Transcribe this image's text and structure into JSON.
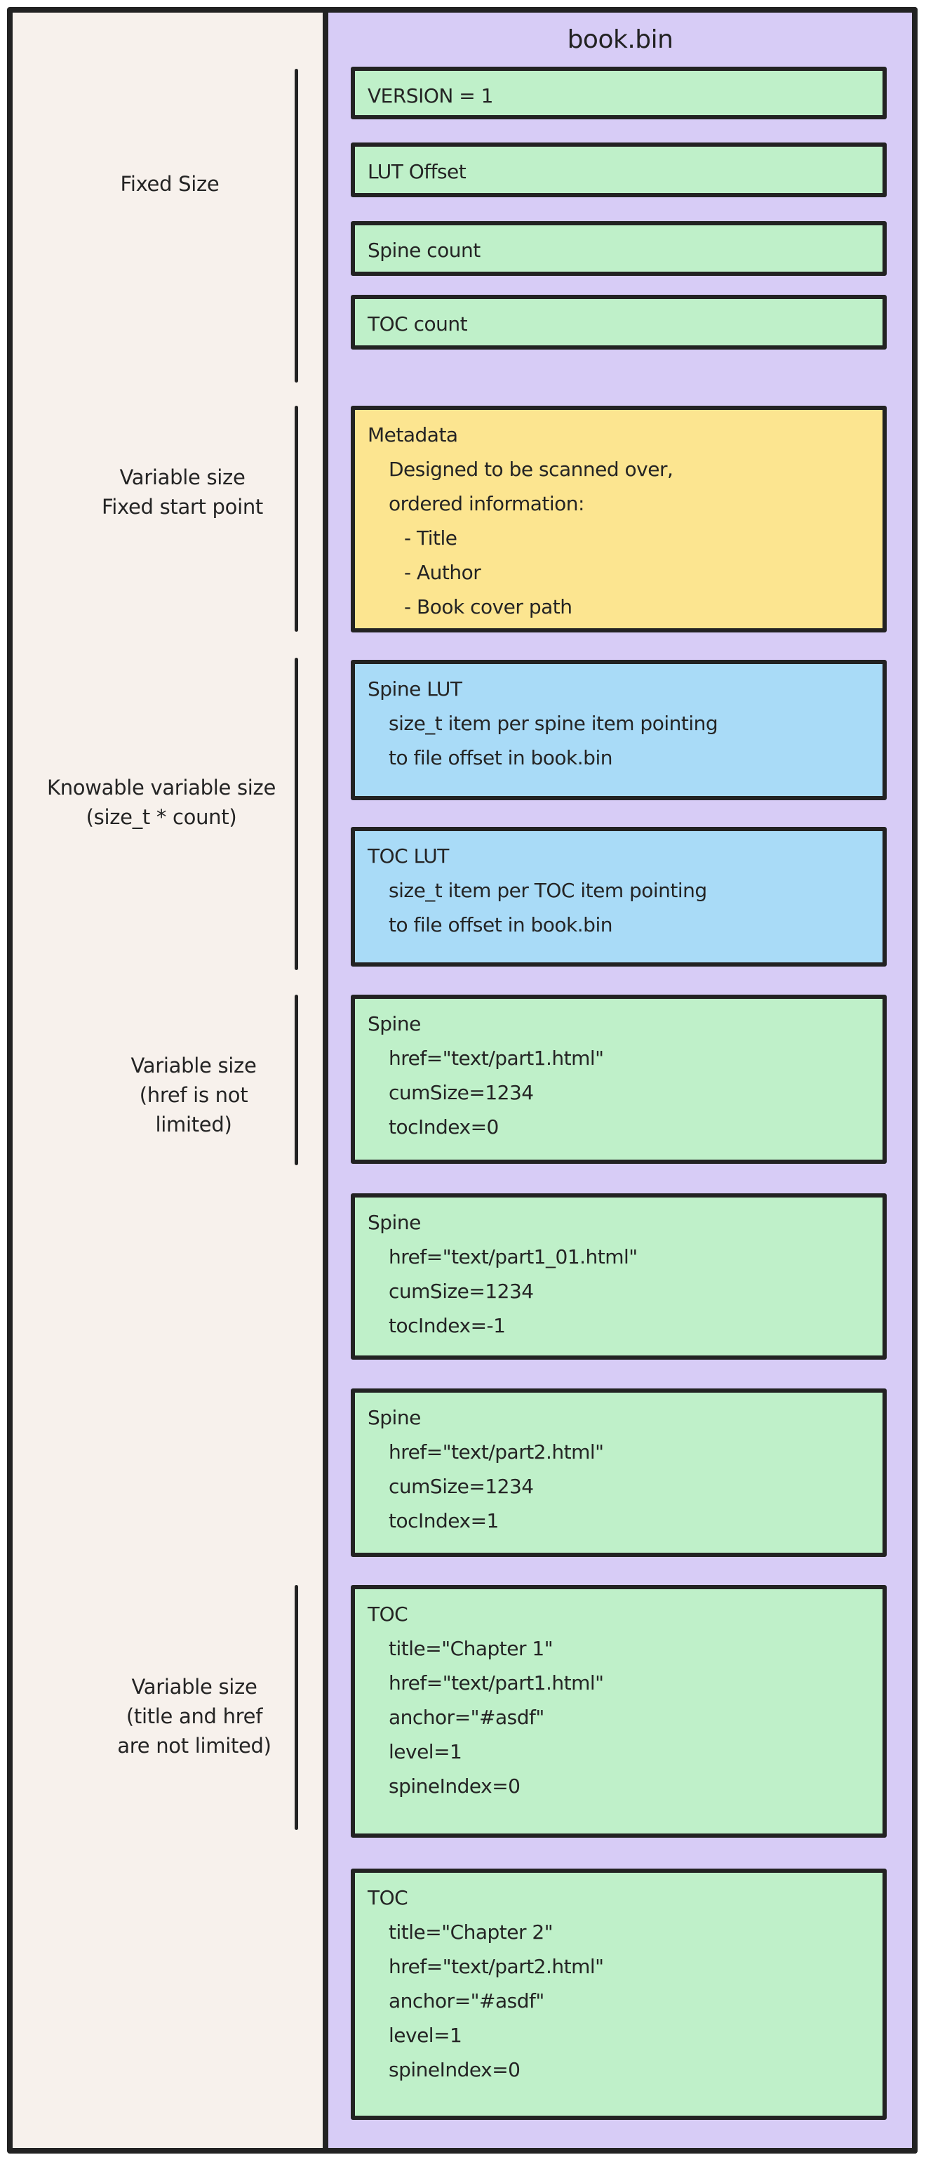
{
  "colors": {
    "canvas_bg": "#f7f1ec",
    "panel_bg": "#d7ccf6",
    "block_green": "#bff0c9",
    "block_yellow": "#fce590",
    "block_blue": "#a9dbf7",
    "stroke": "#222222"
  },
  "panel": {
    "title": "book.bin"
  },
  "left_labels": [
    {
      "id": "fixed-size",
      "lines": [
        "Fixed Size"
      ]
    },
    {
      "id": "variable-fixed-start",
      "lines": [
        "Variable size",
        "Fixed start point"
      ]
    },
    {
      "id": "knowable-variable",
      "lines": [
        "Knowable variable size",
        "(size_t * count)"
      ]
    },
    {
      "id": "variable-href",
      "lines": [
        "Variable size",
        "(href is not",
        "limited)"
      ]
    },
    {
      "id": "variable-title-href",
      "lines": [
        "Variable size",
        "(title and href",
        "are not limited)"
      ]
    }
  ],
  "blocks": [
    {
      "id": "version",
      "color": "green",
      "lines": [
        {
          "indent": 0,
          "text": "VERSION = 1"
        }
      ]
    },
    {
      "id": "lut-offset",
      "color": "green",
      "lines": [
        {
          "indent": 0,
          "text": "LUT Offset"
        }
      ]
    },
    {
      "id": "spine-count",
      "color": "green",
      "lines": [
        {
          "indent": 0,
          "text": "Spine count"
        }
      ]
    },
    {
      "id": "toc-count",
      "color": "green",
      "lines": [
        {
          "indent": 0,
          "text": "TOC count"
        }
      ]
    },
    {
      "id": "metadata",
      "color": "yellow",
      "lines": [
        {
          "indent": 0,
          "text": "Metadata"
        },
        {
          "indent": 1,
          "text": "Designed to be scanned over,"
        },
        {
          "indent": 1,
          "text": "ordered information:"
        },
        {
          "indent": 2,
          "text": "- Title"
        },
        {
          "indent": 2,
          "text": "- Author"
        },
        {
          "indent": 2,
          "text": "- Book cover path"
        }
      ]
    },
    {
      "id": "spine-lut",
      "color": "blue",
      "lines": [
        {
          "indent": 0,
          "text": "Spine LUT"
        },
        {
          "indent": 1,
          "text": "size_t item per spine item pointing"
        },
        {
          "indent": 1,
          "text": "to file offset in book.bin"
        }
      ]
    },
    {
      "id": "toc-lut",
      "color": "blue",
      "lines": [
        {
          "indent": 0,
          "text": "TOC LUT"
        },
        {
          "indent": 1,
          "text": "size_t item per TOC item pointing"
        },
        {
          "indent": 1,
          "text": "to file offset in book.bin"
        }
      ]
    },
    {
      "id": "spine-1",
      "color": "green",
      "lines": [
        {
          "indent": 0,
          "text": "Spine"
        },
        {
          "indent": 1,
          "text": "href=\"text/part1.html\""
        },
        {
          "indent": 1,
          "text": "cumSize=1234"
        },
        {
          "indent": 1,
          "text": "tocIndex=0"
        }
      ]
    },
    {
      "id": "spine-2",
      "color": "green",
      "lines": [
        {
          "indent": 0,
          "text": "Spine"
        },
        {
          "indent": 1,
          "text": "href=\"text/part1_01.html\""
        },
        {
          "indent": 1,
          "text": "cumSize=1234"
        },
        {
          "indent": 1,
          "text": "tocIndex=-1"
        }
      ]
    },
    {
      "id": "spine-3",
      "color": "green",
      "lines": [
        {
          "indent": 0,
          "text": "Spine"
        },
        {
          "indent": 1,
          "text": "href=\"text/part2.html\""
        },
        {
          "indent": 1,
          "text": "cumSize=1234"
        },
        {
          "indent": 1,
          "text": "tocIndex=1"
        }
      ]
    },
    {
      "id": "toc-1",
      "color": "green",
      "lines": [
        {
          "indent": 0,
          "text": "TOC"
        },
        {
          "indent": 1,
          "text": "title=\"Chapter 1\""
        },
        {
          "indent": 1,
          "text": "href=\"text/part1.html\""
        },
        {
          "indent": 1,
          "text": "anchor=\"#asdf\""
        },
        {
          "indent": 1,
          "text": "level=1"
        },
        {
          "indent": 1,
          "text": "spineIndex=0"
        }
      ]
    },
    {
      "id": "toc-2",
      "color": "green",
      "lines": [
        {
          "indent": 0,
          "text": "TOC"
        },
        {
          "indent": 1,
          "text": "title=\"Chapter 2\""
        },
        {
          "indent": 1,
          "text": "href=\"text/part2.html\""
        },
        {
          "indent": 1,
          "text": "anchor=\"#asdf\""
        },
        {
          "indent": 1,
          "text": "level=1"
        },
        {
          "indent": 1,
          "text": "spineIndex=0"
        }
      ]
    }
  ]
}
